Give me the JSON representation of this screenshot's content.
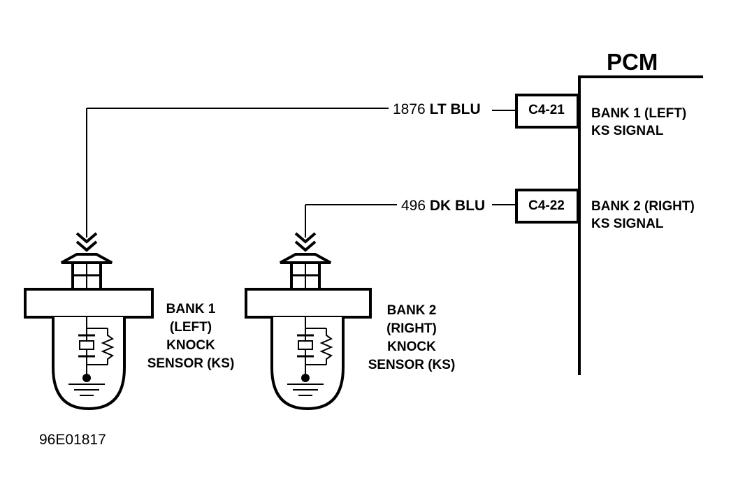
{
  "pcm": {
    "title": "PCM"
  },
  "circuits": [
    {
      "wire_number": "1876",
      "wire_color": "LT BLU",
      "connector_pin": "C4-21",
      "signal_line1": "BANK 1 (LEFT)",
      "signal_line2": "KS SIGNAL"
    },
    {
      "wire_number": "496",
      "wire_color": "DK BLU",
      "connector_pin": "C4-22",
      "signal_line1": "BANK 2 (RIGHT)",
      "signal_line2": "KS SIGNAL"
    }
  ],
  "sensors": [
    {
      "line1": "BANK 1",
      "line2": "(LEFT)",
      "line3": "KNOCK",
      "line4": "SENSOR (KS)"
    },
    {
      "line1": "BANK 2",
      "line2": "(RIGHT)",
      "line3": "KNOCK",
      "line4": "SENSOR (KS)"
    }
  ],
  "figure_code": "96E01817",
  "colors": {
    "line": "#000000",
    "background": "#ffffff"
  }
}
